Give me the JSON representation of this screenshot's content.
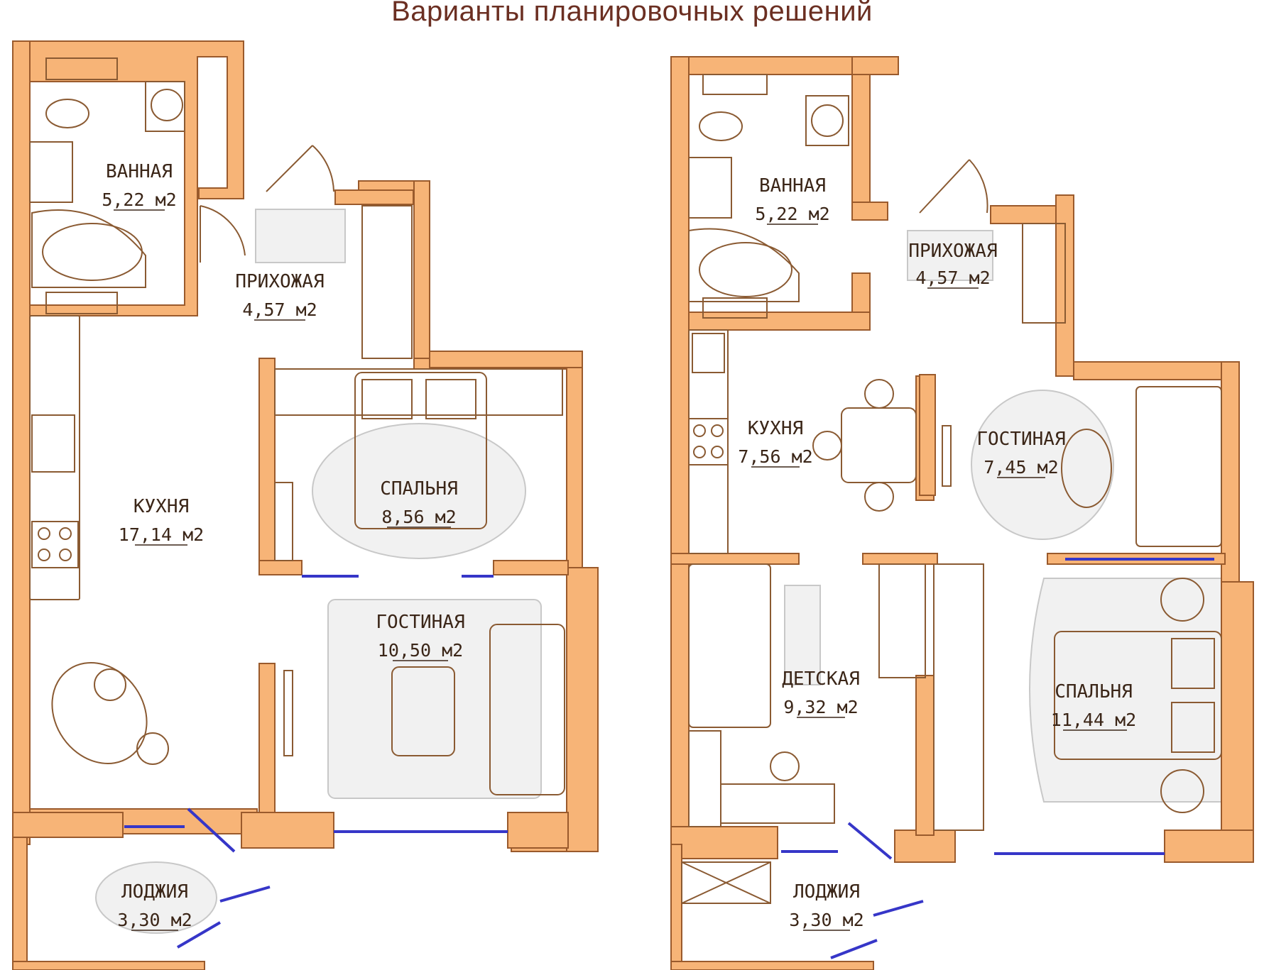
{
  "title": "Варианты планировочных решений",
  "plans": [
    {
      "rooms": [
        {
          "name": "ВАННАЯ",
          "area": "5,22 м2"
        },
        {
          "name": "ПРИХОЖАЯ",
          "area": "4,57 м2"
        },
        {
          "name": "КУХНЯ",
          "area": "17,14 м2"
        },
        {
          "name": "СПАЛЬНЯ",
          "area": "8,56  м2"
        },
        {
          "name": "ГОСТИНАЯ",
          "area": "10,50 м2"
        },
        {
          "name": "ЛОДЖИЯ",
          "area": "3,30 м2"
        }
      ]
    },
    {
      "rooms": [
        {
          "name": "ВАННАЯ",
          "area": "5,22 м2"
        },
        {
          "name": "ПРИХОЖАЯ",
          "area": "4,57 м2"
        },
        {
          "name": "КУХНЯ",
          "area": "7,56 м2"
        },
        {
          "name": "ГОСТИНАЯ",
          "area": "7,45 м2"
        },
        {
          "name": "ДЕТСКАЯ",
          "area": "9,32 м2"
        },
        {
          "name": "СПАЛЬНЯ",
          "area": "11,44  м2"
        },
        {
          "name": "ЛОДЖИЯ",
          "area": "3,30 м2"
        }
      ]
    }
  ],
  "colors": {
    "wall": "#f7b477",
    "title": "#6b2f22",
    "furniture": "#8a5a32",
    "window": "#3636c8"
  }
}
